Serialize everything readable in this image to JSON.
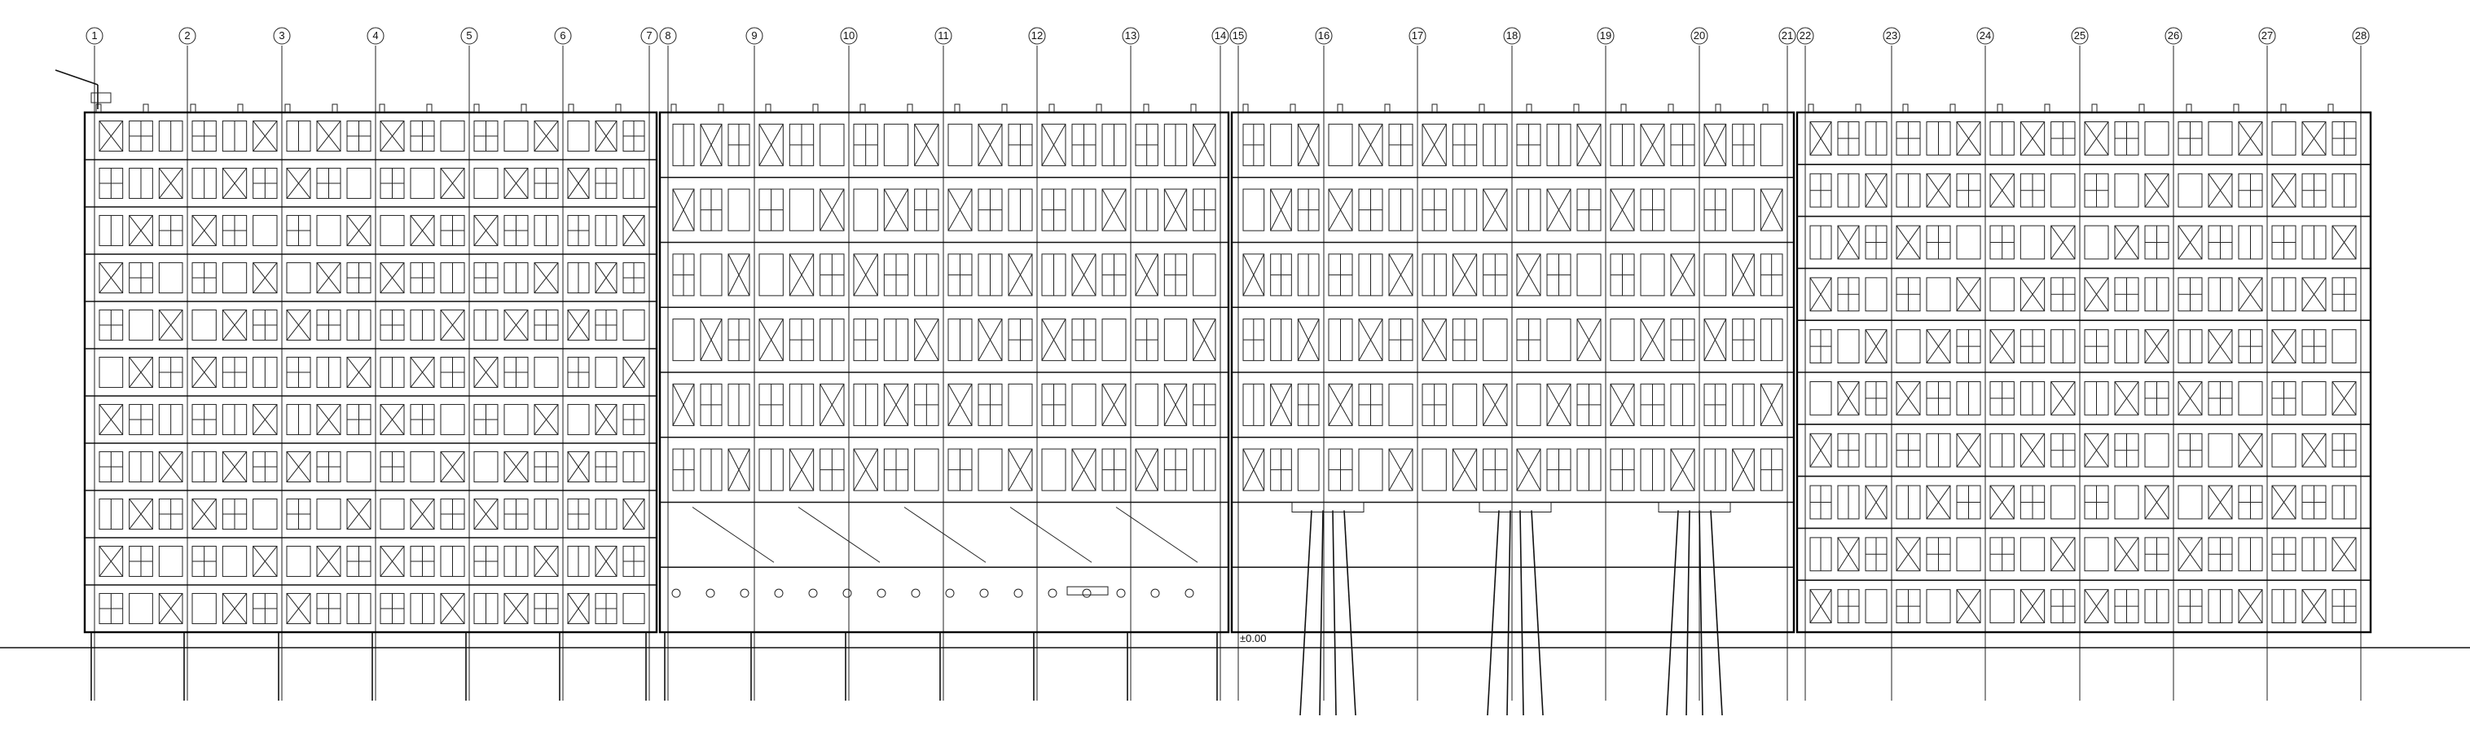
{
  "drawing": {
    "type": "building-elevation",
    "line_color": "#000000",
    "background": "#ffffff"
  },
  "grid_axes": [
    "1",
    "2",
    "3",
    "4",
    "5",
    "6",
    "7",
    "8",
    "9",
    "10",
    "11",
    "12",
    "13",
    "14",
    "15",
    "16",
    "17",
    "18",
    "19",
    "20",
    "21",
    "22",
    "23",
    "24",
    "25",
    "26",
    "27",
    "28"
  ],
  "blocks": [
    {
      "id": "block-a",
      "axes": [
        "1",
        "7"
      ],
      "floors": 11
    },
    {
      "id": "block-b",
      "axes": [
        "8",
        "14"
      ],
      "floors": 8
    },
    {
      "id": "block-c",
      "axes": [
        "15",
        "21"
      ],
      "floors": 8
    },
    {
      "id": "block-d",
      "axes": [
        "22",
        "28"
      ],
      "floors": 10
    }
  ],
  "annotations": {
    "level_mark": "±0.00"
  }
}
